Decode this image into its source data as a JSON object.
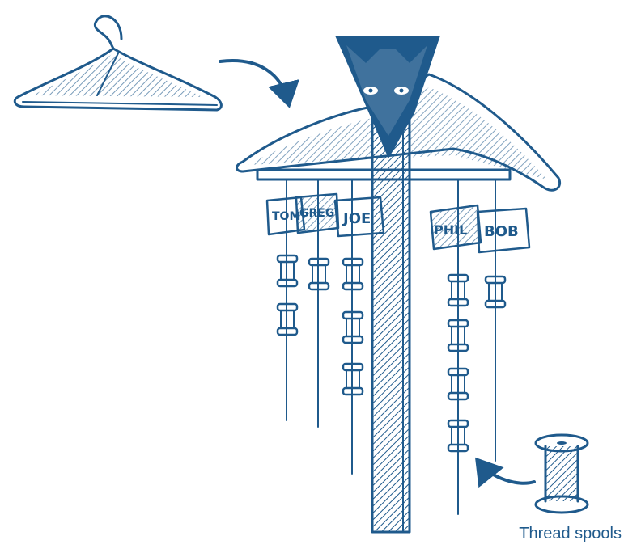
{
  "colors": {
    "ink": "#1f5a8c",
    "background": "#ffffff"
  },
  "tags": [
    "TOM",
    "GREG",
    "JOE",
    "PHIL",
    "BOB"
  ],
  "caption": "Thread spools"
}
